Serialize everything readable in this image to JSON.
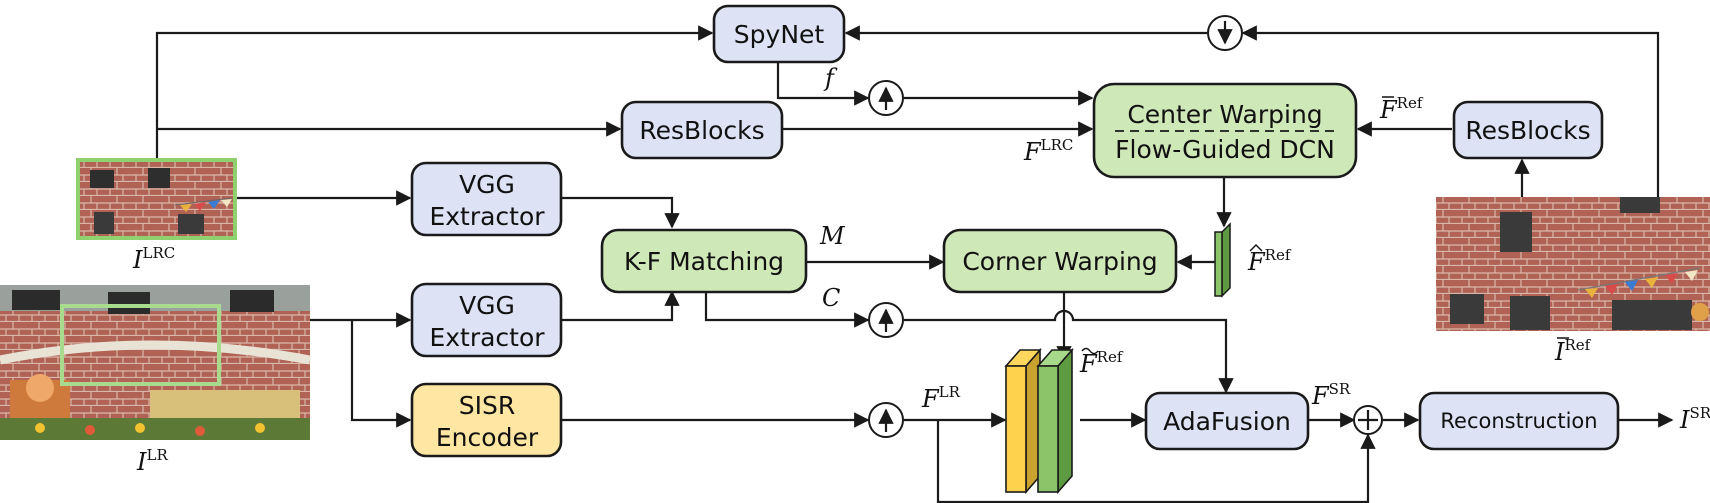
{
  "blocks": {
    "spynet": "SpyNet",
    "resblocks_lr": "ResBlocks",
    "resblocks_ref": "ResBlocks",
    "vgg_top_l1": "VGG",
    "vgg_top_l2": "Extractor",
    "vgg_bot_l1": "VGG",
    "vgg_bot_l2": "Extractor",
    "sisr_l1": "SISR",
    "sisr_l2": "Encoder",
    "kf": "K-F Matching",
    "corner": "Corner Warping",
    "center_l1": "Center Warping",
    "center_l2": "Flow-Guided DCN",
    "adafusion": "AdaFusion",
    "reconstruction": "Reconstruction"
  },
  "symbols": {
    "i_lrc": "I",
    "i_lrc_sup": "LRC",
    "i_lr": "I",
    "i_lr_sup": "LR",
    "i_ref": "I",
    "i_ref_sup": "Ref",
    "i_sr": "I",
    "i_sr_sup": "SR",
    "f_flow": "f",
    "m": "M",
    "c": "C",
    "f_lrc": "F",
    "f_lrc_sup": "LRC",
    "f_ref_bar": "F",
    "f_ref_bar_sup": "Ref",
    "f_ref_hat": "F",
    "f_ref_hat_sup": "Ref",
    "f_ref_tilde": "F",
    "f_ref_tilde_sup": "Ref",
    "f_lr": "F",
    "f_lr_sup": "LR",
    "f_sr": "F",
    "f_sr_sup": "SR"
  },
  "colors": {
    "blue_block": "#dde3f5",
    "green_block": "#cfe8b8",
    "yellow_block": "#ffe6a3",
    "thumb_frame": "#8fd16f"
  }
}
